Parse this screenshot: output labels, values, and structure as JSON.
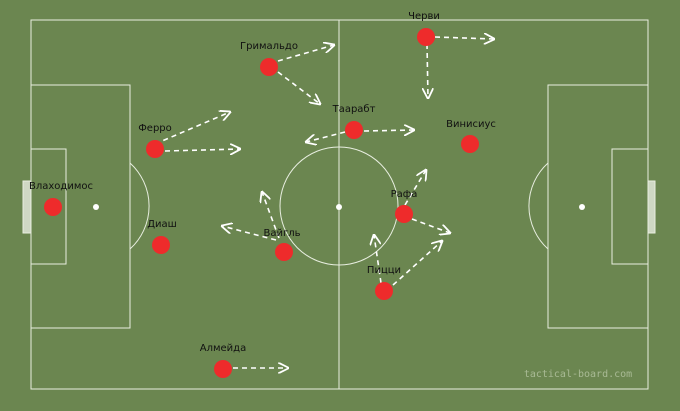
{
  "colors": {
    "pitch": "#6b8650",
    "lines": "#e8eee0",
    "player": "#ee2b2b",
    "arrow": "#ffffff",
    "label": "#111111"
  },
  "watermark": "tactical-board.com",
  "players": [
    {
      "id": "vlachodimos",
      "name": "Влаходимос"
    },
    {
      "id": "ferro",
      "name": "Ферро"
    },
    {
      "id": "diash",
      "name": "Диаш"
    },
    {
      "id": "almeida",
      "name": "Алмейда"
    },
    {
      "id": "grimaldo",
      "name": "Гримальдо"
    },
    {
      "id": "vaigl",
      "name": "Вайгль"
    },
    {
      "id": "taarabt",
      "name": "Таарабт"
    },
    {
      "id": "chervi",
      "name": "Черви"
    },
    {
      "id": "vinisius",
      "name": "Винисиус"
    },
    {
      "id": "rafa",
      "name": "Рафа"
    },
    {
      "id": "pizzi",
      "name": "Пицци"
    }
  ]
}
